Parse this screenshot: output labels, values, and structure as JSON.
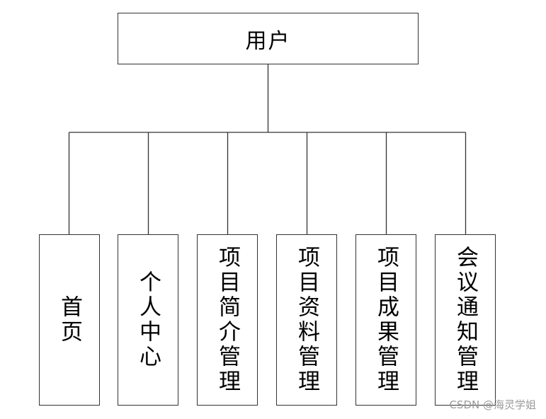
{
  "root": {
    "label": "用户"
  },
  "children": [
    {
      "label": "首页"
    },
    {
      "label": "个人中心"
    },
    {
      "label": "项目简介管理"
    },
    {
      "label": "项目资料管理"
    },
    {
      "label": "项目成果管理"
    },
    {
      "label": "会议通知管理"
    }
  ],
  "watermark": "CSDN @海灵学姐",
  "colors": {
    "line": "#333333",
    "text": "#000000",
    "watermark": "#9a9a9a"
  }
}
